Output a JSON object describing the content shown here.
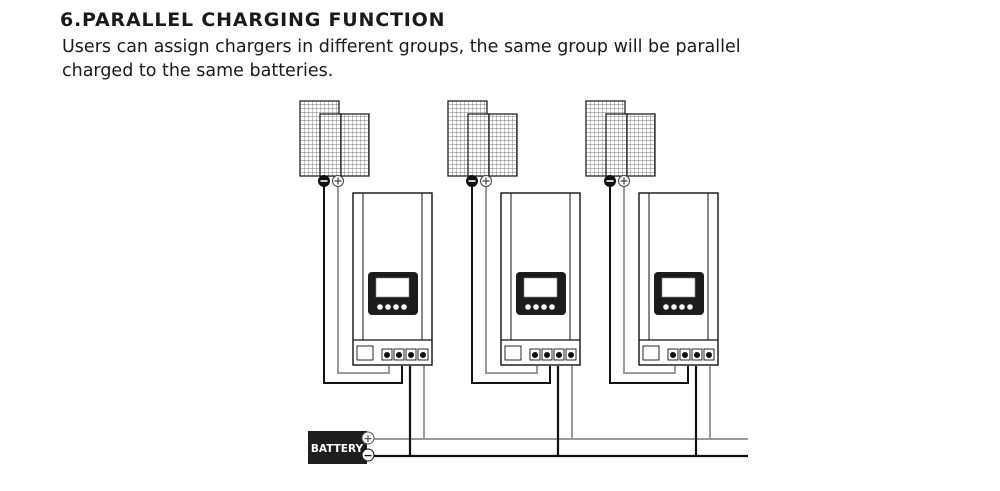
{
  "section": {
    "title": "6.PARALLEL CHARGING FUNCTION",
    "description_lines": [
      "Users can assign chargers in different groups, the same group will be parallel",
      "charged to the same batteries."
    ]
  },
  "diagram": {
    "battery_label": "BATTERY",
    "positive_symbol": "+",
    "negative_symbol": "−",
    "charger_count": 3,
    "colors": {
      "line": "#1a1a1a",
      "positive_wire": "#9a9a9a",
      "negative_wire": "#111111",
      "display": "#1c1c1c"
    }
  }
}
